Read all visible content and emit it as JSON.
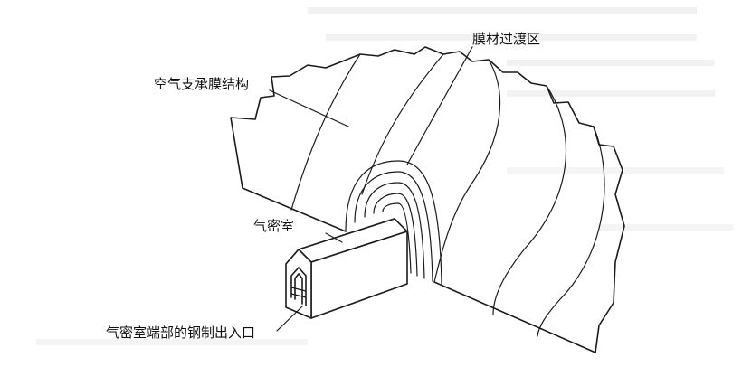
{
  "labels": {
    "membrane_structure": "空气支承膜结构",
    "transition_zone": "膜材过渡区",
    "airlock": "气密室",
    "airlock_end_exit": "气密室端部的钢制出入口"
  },
  "colors": {
    "ink": "#1b1b1b",
    "paper": "#ffffff",
    "show_through": "#d5d5d5"
  }
}
